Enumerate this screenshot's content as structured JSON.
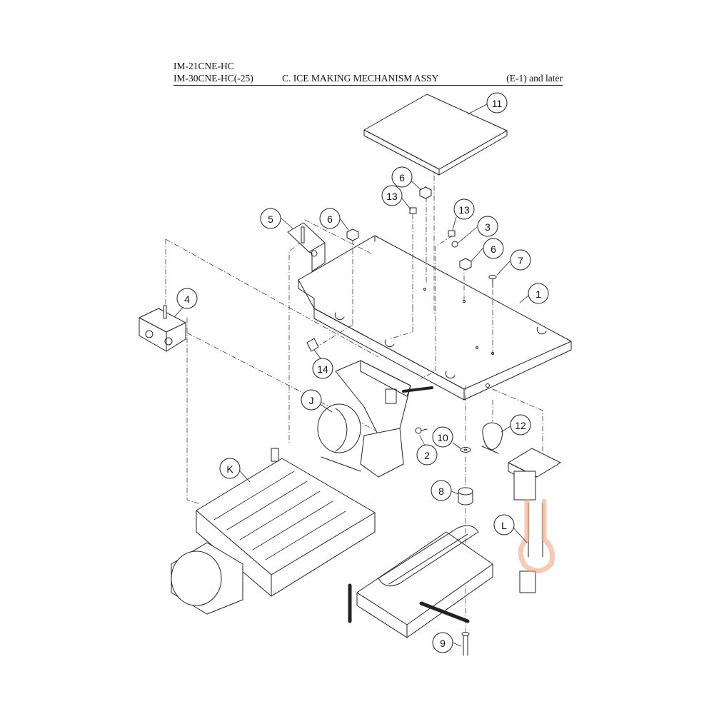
{
  "header": {
    "model_line_1": "IM-21CNE-HC",
    "model_line_2": "IM-30CNE-HC(-25)",
    "section_title": "C. ICE MAKING MECHANISM ASSY",
    "revision": "(E-1) and later"
  },
  "callouts": {
    "c1": "1",
    "c2": "2",
    "c3": "3",
    "c4": "4",
    "c5": "5",
    "c6a": "6",
    "c6b": "6",
    "c6c": "6",
    "c7": "7",
    "c8": "8",
    "c9": "9",
    "c10": "10",
    "c11": "11",
    "c12": "12",
    "c13a": "13",
    "c13b": "13",
    "c14": "14",
    "cJ": "J",
    "cK": "K",
    "cL": "L"
  },
  "colors": {
    "line": "#222222",
    "highlight": "#f4a582"
  }
}
